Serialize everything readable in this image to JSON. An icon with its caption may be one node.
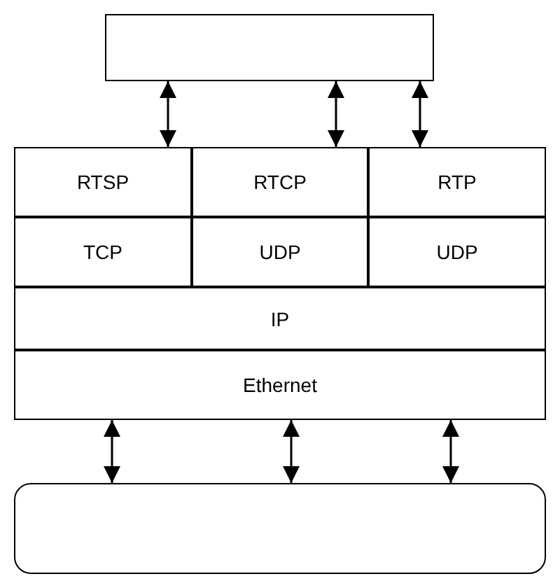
{
  "diagram": {
    "nodes": [
      {
        "text": [],
        "shape": "box"
      },
      {
        "text": [
          "RTSP"
        ]
      },
      {
        "text": [
          "RTCP"
        ]
      },
      {
        "text": [
          "RTP"
        ]
      },
      {
        "text": [
          "TCP"
        ]
      },
      {
        "text": [
          "UDP"
        ]
      },
      {
        "text": [
          "UDP"
        ]
      },
      {
        "text": [
          "IP"
        ]
      },
      {
        "text": [
          "Ethernet"
        ]
      },
      {
        "text": [],
        "shape": "box"
      }
    ],
    "edges": [
      {
        "from": 0,
        "to": 1,
        "arrow": "both"
      },
      {
        "from": 0,
        "to": 2,
        "arrow": "both"
      },
      {
        "from": 0,
        "to": 3,
        "arrow": "both"
      },
      {
        "from": 8,
        "to": 9,
        "arrow": "both"
      },
      {
        "from": 8,
        "to": 9,
        "arrow": "both"
      },
      {
        "from": 8,
        "to": 9,
        "arrow": "both"
      }
    ]
  }
}
